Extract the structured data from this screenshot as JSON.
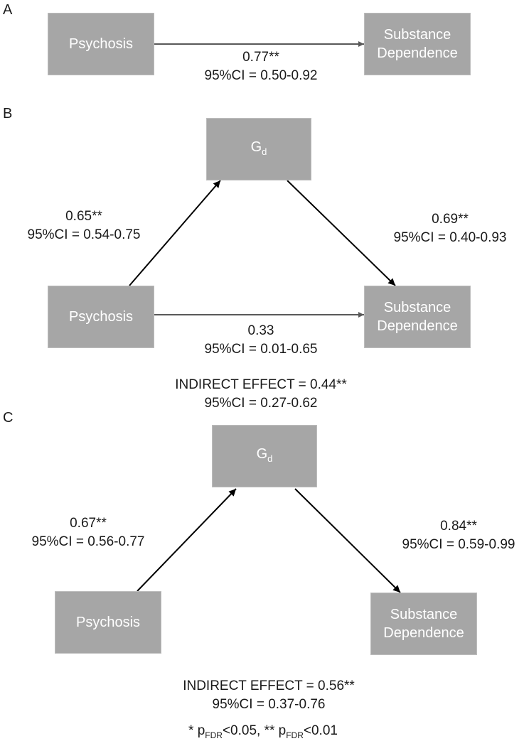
{
  "panels": {
    "a": {
      "letter": "A",
      "psychosis_node": "Psychosis",
      "substance_node": [
        "Substance",
        "Dependence"
      ],
      "direct_path": {
        "coef": "0.77**",
        "ci": "95%CI = 0.50-0.92"
      }
    },
    "b": {
      "letter": "B",
      "gd_node": {
        "main": "G",
        "sub": "d"
      },
      "psychosis_node": "Psychosis",
      "substance_node": [
        "Substance",
        "Dependence"
      ],
      "path_psychosis_gd": {
        "coef": "0.65**",
        "ci": "95%CI = 0.54-0.75"
      },
      "path_gd_substance": {
        "coef": "0.69**",
        "ci": "95%CI = 0.40-0.93"
      },
      "direct_path": {
        "coef": "0.33",
        "ci": "95%CI = 0.01-0.65"
      },
      "indirect_effect": {
        "text": "INDIRECT EFFECT = 0.44**",
        "ci": "95%CI = 0.27-0.62"
      }
    },
    "c": {
      "letter": "C",
      "gd_node": {
        "main": "G",
        "sub": "d"
      },
      "psychosis_node": "Psychosis",
      "substance_node": [
        "Substance",
        "Dependence"
      ],
      "path_psychosis_gd": {
        "coef": "0.67**",
        "ci": "95%CI = 0.56-0.77"
      },
      "path_gd_substance": {
        "coef": "0.84**",
        "ci": "95%CI = 0.59-0.99"
      },
      "indirect_effect": {
        "text": "INDIRECT EFFECT = 0.56**",
        "ci": "95%CI = 0.37-0.76"
      }
    }
  },
  "footnote": {
    "part1_prefix": "* p",
    "part1_sub": "FDR",
    "part1_suffix": "<0.05, ",
    "part2_prefix": "** p",
    "part2_sub": "FDR",
    "part2_suffix": "<0.01"
  },
  "colors": {
    "node_fill": "#a6a6a6",
    "node_border": "#bdbdbd",
    "node_text": "#ffffff",
    "arrow_gray": "#595959",
    "arrow_black": "#000000"
  }
}
